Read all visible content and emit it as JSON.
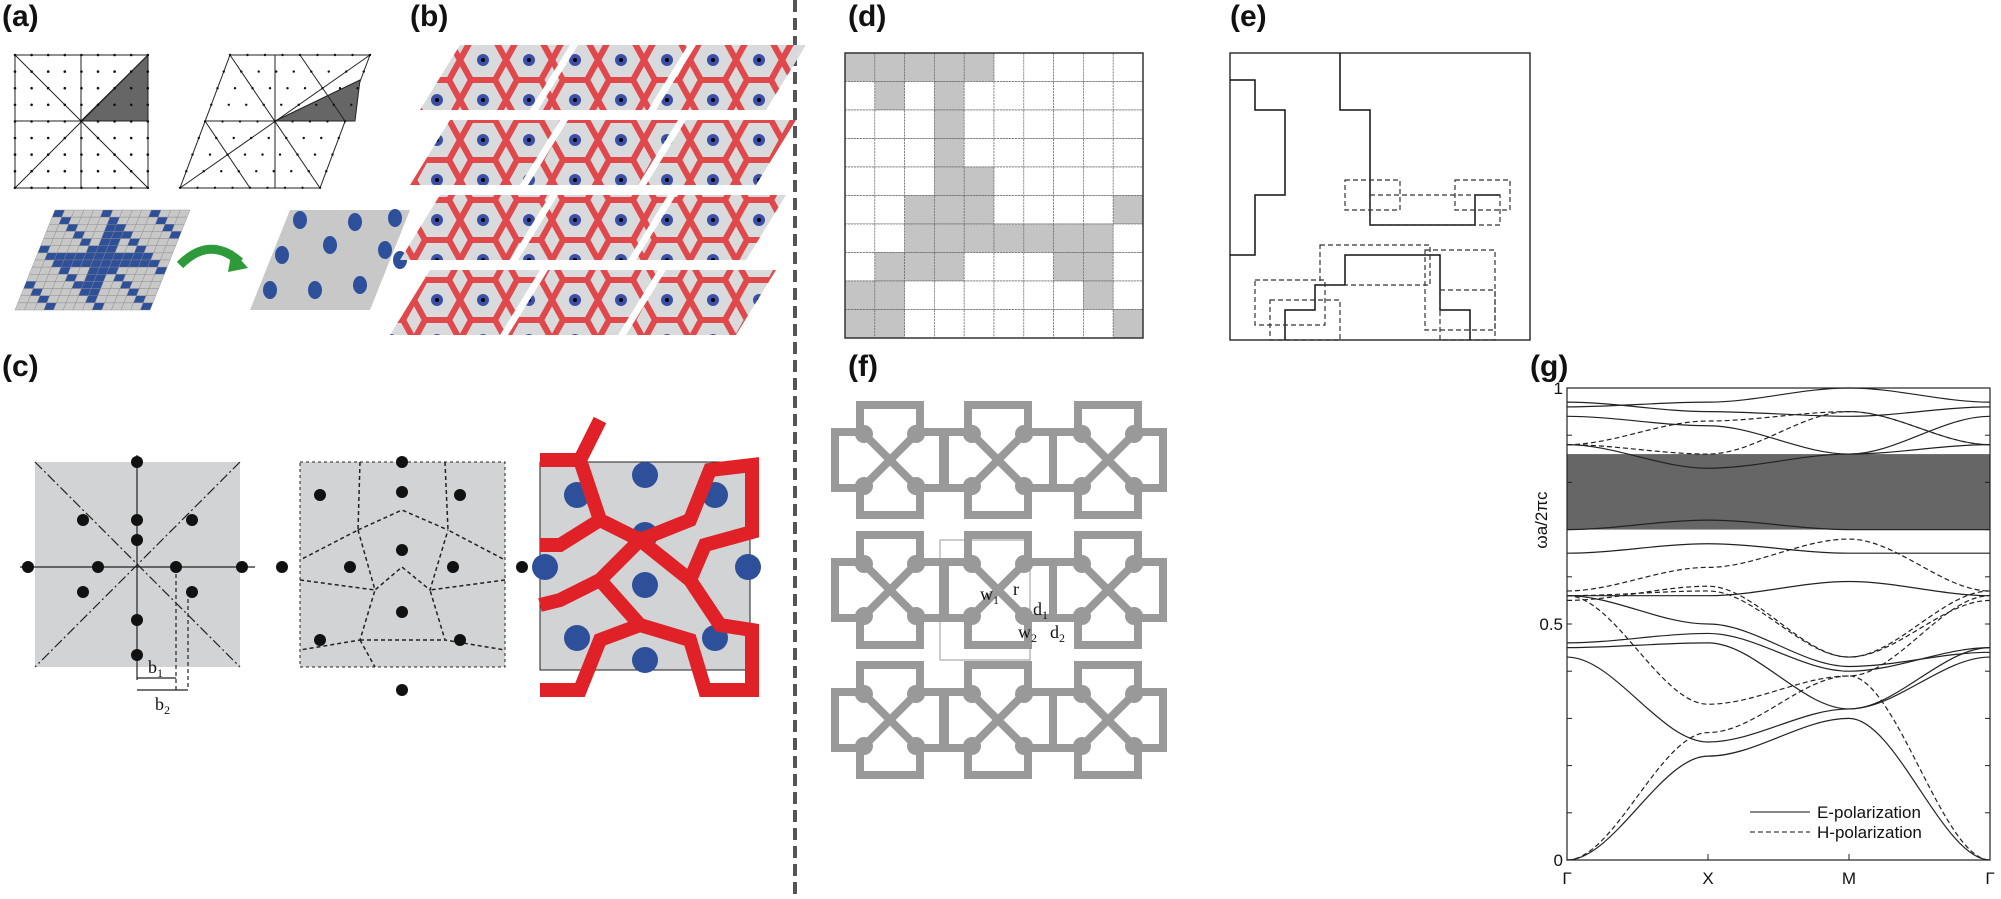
{
  "panels": {
    "a": {
      "label": "(a)"
    },
    "b": {
      "label": "(b)"
    },
    "c": {
      "label": "(c)",
      "b1": "b",
      "b1_sub": "1",
      "b2": "b",
      "b2_sub": "2"
    },
    "d": {
      "label": "(d)"
    },
    "e": {
      "label": "(e)"
    },
    "f": {
      "label": "(f)",
      "w1": "w",
      "w1_sub": "1",
      "w2": "w",
      "w2_sub": "2",
      "r": "r",
      "d1": "d",
      "d1_sub": "1",
      "d2": "d",
      "d2_sub": "2"
    },
    "g": {
      "label": "(g)"
    }
  },
  "colors": {
    "red": "#e02127",
    "blue": "#2e4f9a",
    "light_gray": "#d1d3d4",
    "cell_gray": "#c4c4c4",
    "lattice_gray": "#999999",
    "gap_gray": "#666666",
    "arrow_green": "#2e9a3a"
  },
  "grid_d": [
    [
      1,
      1,
      1,
      1,
      1,
      0,
      0,
      0,
      0,
      0
    ],
    [
      0,
      1,
      0,
      1,
      0,
      0,
      0,
      0,
      0,
      0
    ],
    [
      0,
      0,
      0,
      1,
      0,
      0,
      0,
      0,
      0,
      0
    ],
    [
      0,
      0,
      0,
      1,
      0,
      0,
      0,
      0,
      0,
      0
    ],
    [
      0,
      0,
      0,
      1,
      1,
      0,
      0,
      0,
      0,
      0
    ],
    [
      0,
      0,
      1,
      1,
      1,
      0,
      0,
      0,
      0,
      1
    ],
    [
      0,
      0,
      1,
      1,
      1,
      1,
      1,
      1,
      1,
      0
    ],
    [
      0,
      1,
      1,
      1,
      0,
      0,
      0,
      1,
      1,
      0
    ],
    [
      1,
      1,
      0,
      0,
      0,
      0,
      0,
      0,
      1,
      0
    ],
    [
      1,
      1,
      0,
      0,
      0,
      0,
      0,
      0,
      0,
      1
    ]
  ],
  "chart_data": {
    "type": "line",
    "xlabel": "",
    "ylabel": "ωa/2πc",
    "x_ticks": [
      "Γ",
      "X",
      "M",
      "Γ"
    ],
    "y_ticks": [
      "0",
      "0.5",
      "1"
    ],
    "ylim": [
      0,
      1
    ],
    "band_gap": [
      0.7,
      0.86
    ],
    "legend_position": "bottom-right",
    "series": [
      {
        "name": "E-polarization",
        "style": "solid",
        "bands": [
          [
            0,
            0.22,
            0.3,
            0
          ],
          [
            0.43,
            0.25,
            0.32,
            0.43
          ],
          [
            0.45,
            0.46,
            0.32,
            0.45
          ],
          [
            0.46,
            0.48,
            0.4,
            0.45
          ],
          [
            0.56,
            0.5,
            0.41,
            0.44
          ],
          [
            0.56,
            0.56,
            0.59,
            0.56
          ],
          [
            0.65,
            0.67,
            0.65,
            0.65
          ],
          [
            0.7,
            0.72,
            0.7,
            0.7
          ],
          [
            0.88,
            0.83,
            0.86,
            0.88
          ],
          [
            0.94,
            0.92,
            0.86,
            0.94
          ],
          [
            0.96,
            0.97,
            1.0,
            0.97
          ],
          [
            0.97,
            0.95,
            0.94,
            0.96
          ]
        ]
      },
      {
        "name": "H-polarization",
        "style": "dashed",
        "bands": [
          [
            0,
            0.27,
            0.39,
            0.56
          ],
          [
            0.56,
            0.33,
            0.39,
            0
          ],
          [
            0.56,
            0.57,
            0.43,
            0.55
          ],
          [
            0.57,
            0.62,
            0.68,
            0.57
          ],
          [
            0.55,
            0.58,
            0.43,
            0.57
          ],
          [
            0.88,
            0.93,
            0.95,
            0.88
          ],
          [
            0.88,
            0.86,
            0.95,
            0.88
          ]
        ]
      }
    ]
  }
}
